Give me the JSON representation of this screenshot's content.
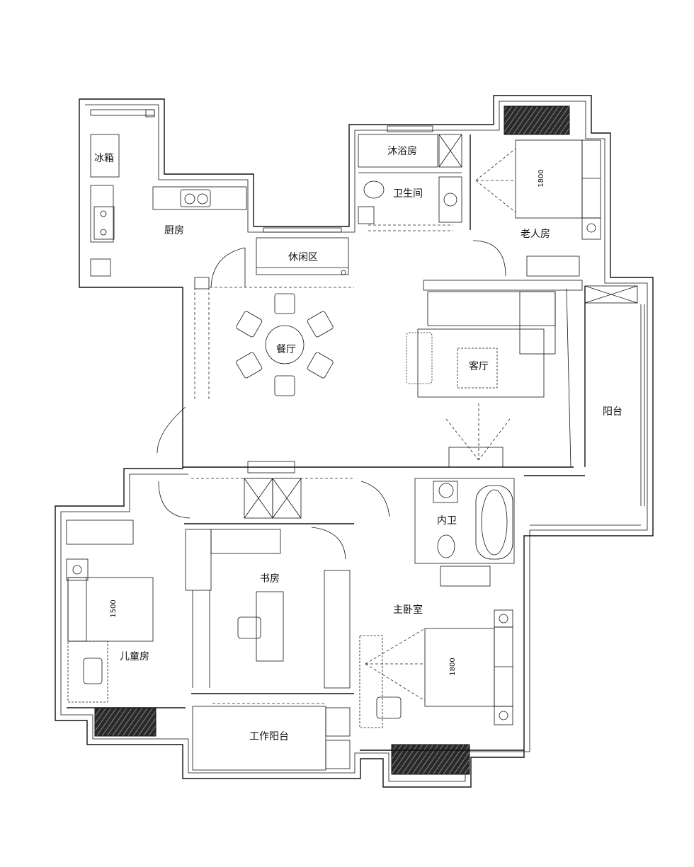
{
  "rooms": {
    "fridge": "冰箱",
    "kitchen": "厨房",
    "leisure": "休闲区",
    "shower": "沐浴房",
    "bathroom": "卫生间",
    "elder_room": "老人房",
    "dining": "餐厅",
    "living": "客厅",
    "balcony": "阳台",
    "en_suite": "内卫",
    "study": "书房",
    "master_bedroom": "主卧室",
    "kids_room": "儿童房",
    "work_balcony": "工作阳台"
  },
  "dimensions": {
    "elder_bed": "1800",
    "master_bed": "1800",
    "kids_bed": "1500"
  }
}
